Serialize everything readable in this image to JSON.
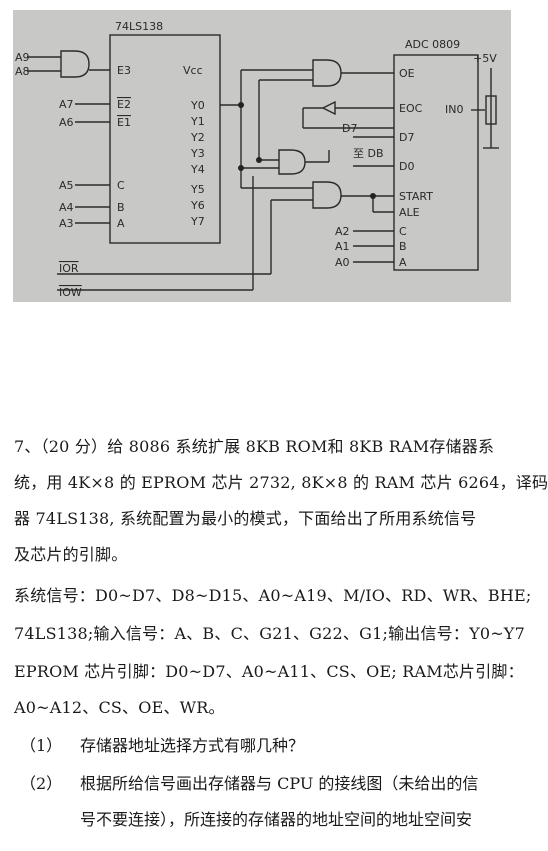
{
  "circuit": {
    "chip_138": "74LS138",
    "chip_adc": "ADC 0809",
    "inputs_left": [
      "A9",
      "A8",
      "A7",
      "A6",
      "A5",
      "A4",
      "A3"
    ],
    "pins_138_left": [
      "E3",
      "E2",
      "E1",
      "C",
      "B",
      "A"
    ],
    "pins_138_right": [
      "Vcc",
      "Y0",
      "Y1",
      "Y2",
      "Y3",
      "Y4",
      "Y5",
      "Y6",
      "Y7"
    ],
    "adc_pins": [
      "OE",
      "EOC",
      "D7",
      "D0",
      "START",
      "ALE",
      "C",
      "B",
      "A"
    ],
    "adc_side": [
      "+5V",
      "IN0"
    ],
    "bus_labels": [
      "D7",
      "至 DB",
      "A2",
      "A1",
      "A0"
    ],
    "io_lines": [
      "IOR",
      "IOW"
    ]
  },
  "question": {
    "lines": [
      "7、（20 分）给 8086 系统扩展 8KB  ROM和 8KB  RAM存储器系",
      "统，用 4K×8 的 EPROM 芯片 2732, 8K×8 的 RAM 芯片 6264，译码",
      "器 74LS138, 系统配置为最小的模式，下面给出了所用系统信号",
      "及芯片的引脚。",
      "系统信号：D0~D7、D8~D15、A0~A19、M/IO、RD、WR、BHE;",
      "74LS138;输入信号：A、B、C、G21、G22、G1;输出信号：Y0~Y7",
      "EPROM 芯片引脚：D0~D7、A0~A11、CS、OE; RAM芯片引脚：",
      "A0~A12、CS、OE、WR。"
    ],
    "sub1_num": "（1）",
    "sub1_text": "存储器地址选择方式有哪几种？",
    "sub2_num": "（2）",
    "sub2_line1": "根据所给信号画出存储器与 CPU 的接线图（未给出的信",
    "sub2_line2": "号不要连接），所连接的存储器的地址空间的地址空间安"
  }
}
